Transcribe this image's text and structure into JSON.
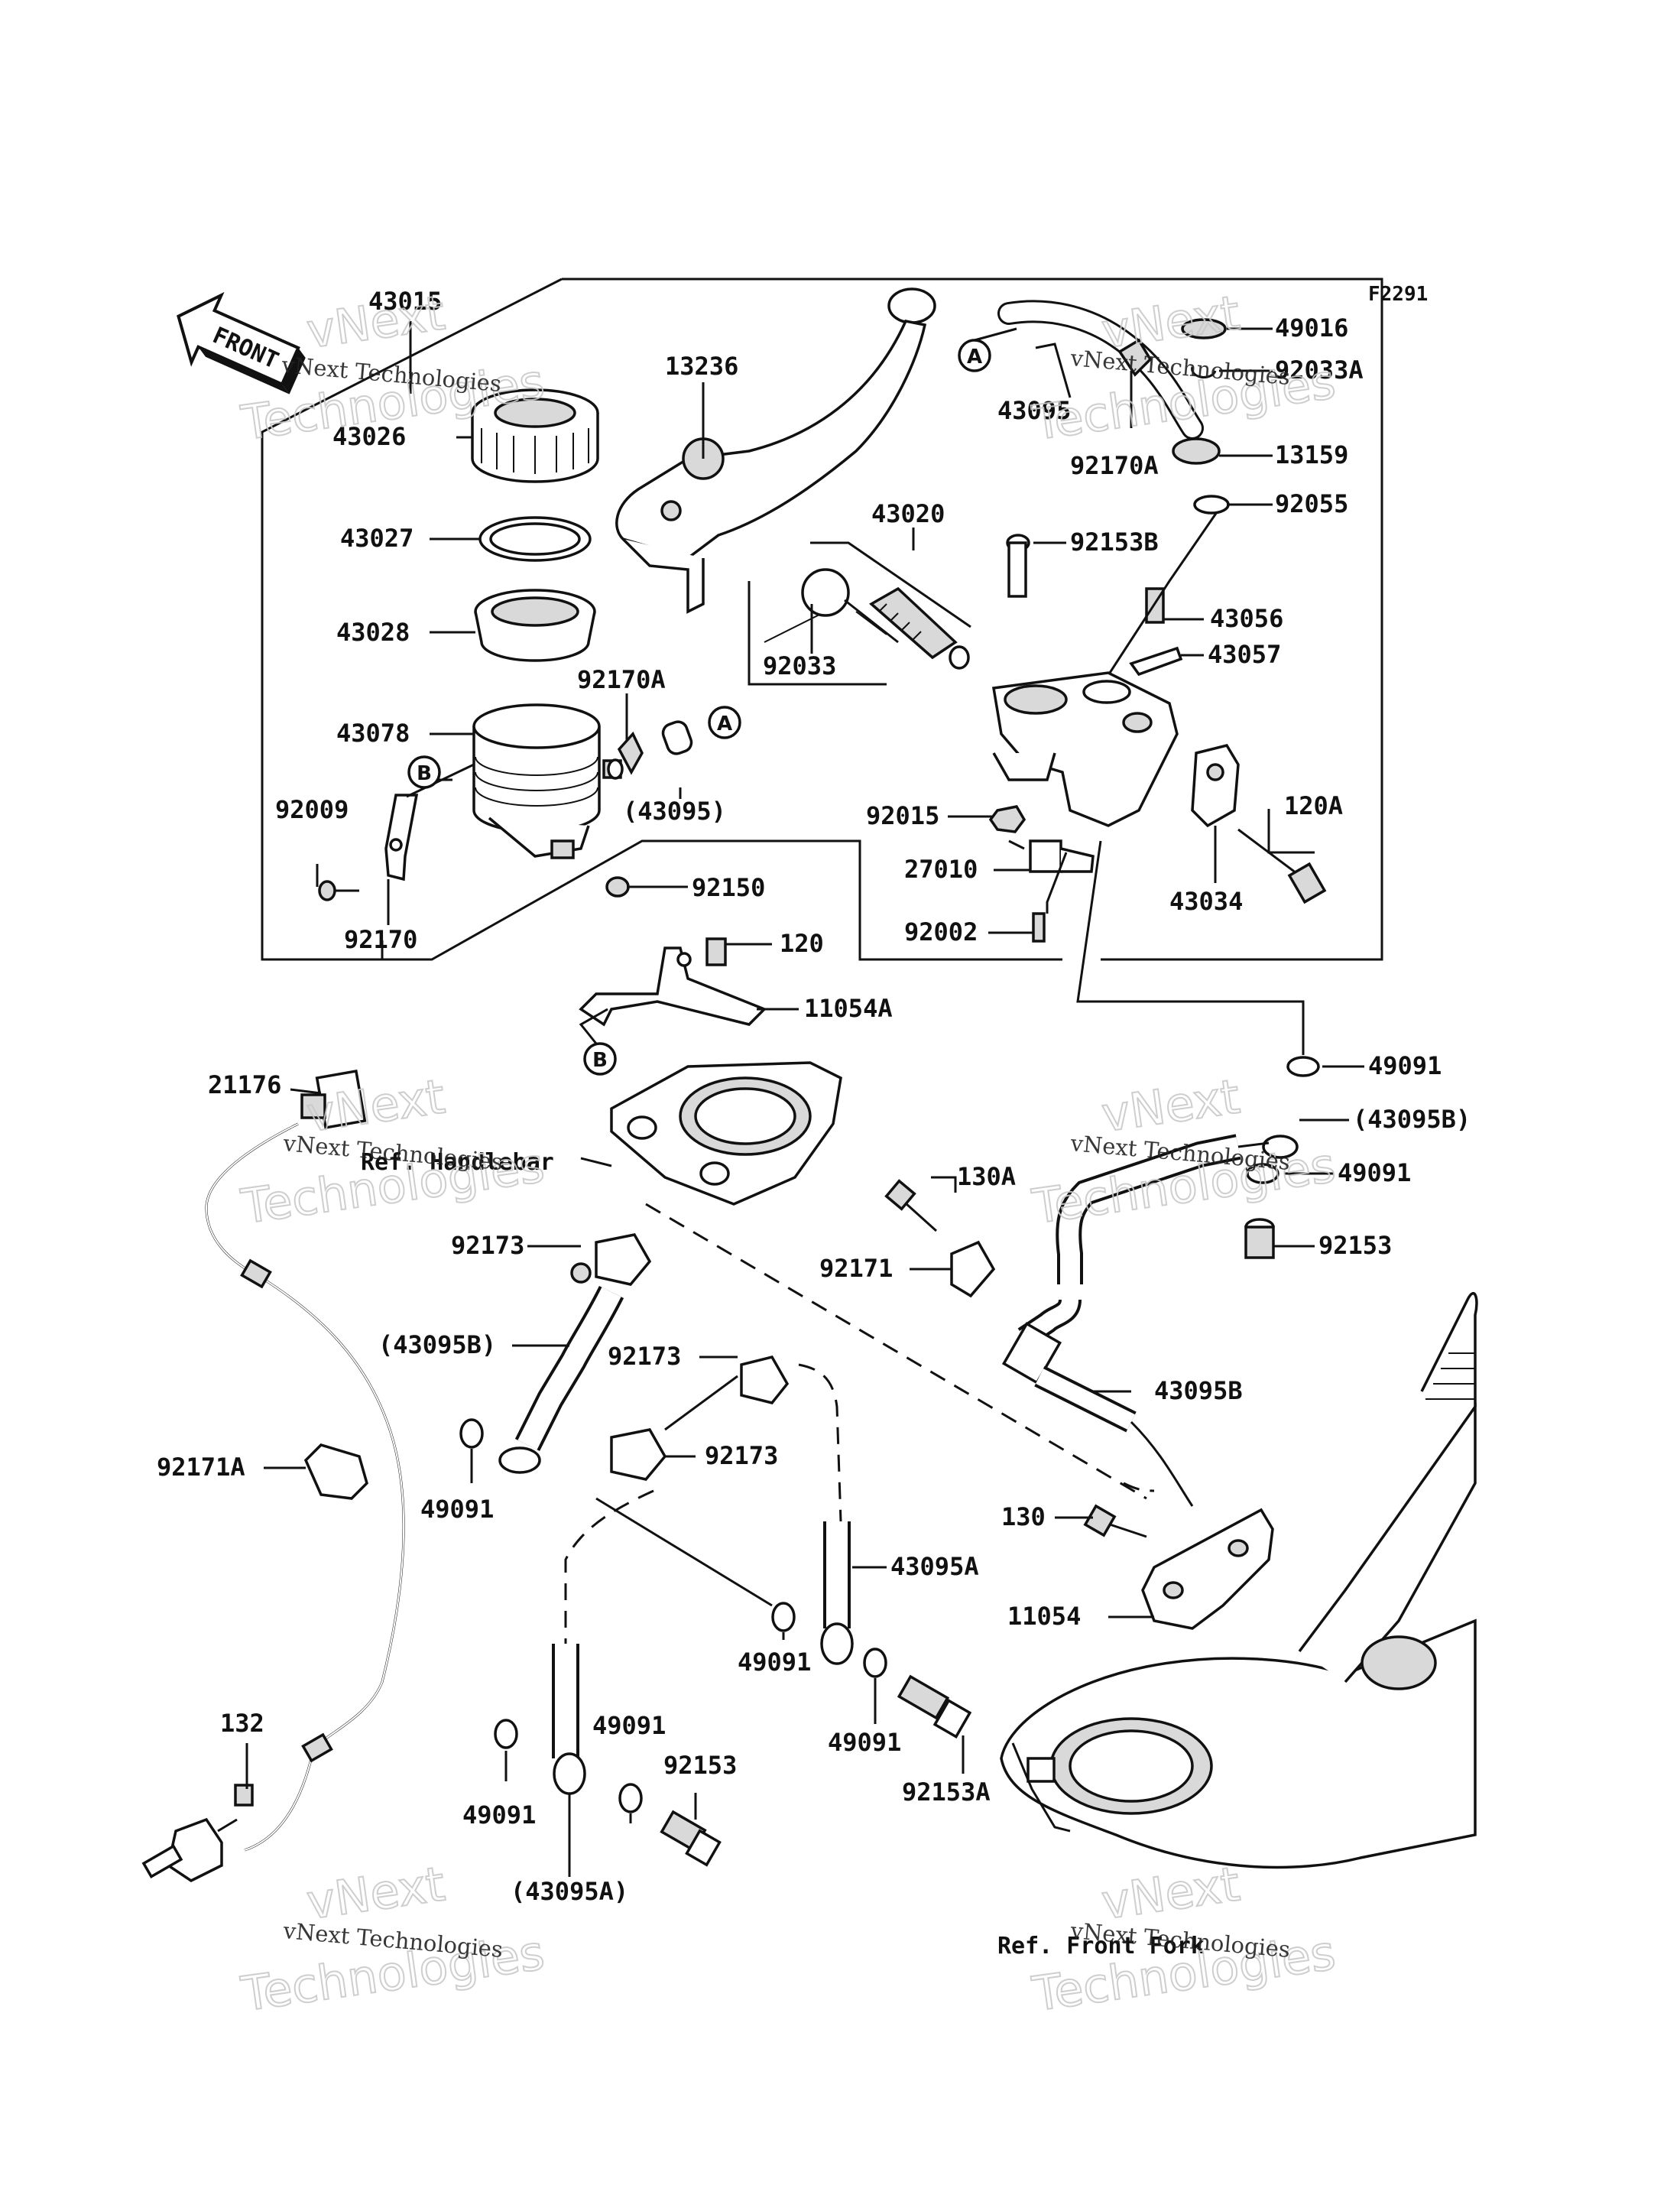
{
  "figure_code": "F2291",
  "front_label": "FRONT",
  "watermark": {
    "brand_outline": "vNext",
    "word_outline": "Technologies",
    "caption": "vNext Technologies"
  },
  "references": {
    "handlebar": "Ref. Handlebar",
    "front_fork": "Ref. Front Fork"
  },
  "callouts": {
    "a": "A",
    "b": "B"
  },
  "part_labels": {
    "p43015": "43015",
    "p13236": "13236",
    "p43026": "43026",
    "p43027": "43027",
    "p43028": "43028",
    "p43078": "43078",
    "p92170A_left": "92170A",
    "p43095_paren": "(43095)",
    "p92009": "92009",
    "p92170": "92170",
    "p92150": "92150",
    "p43020": "43020",
    "p92033": "92033",
    "p43095": "43095",
    "p92170A_right": "92170A",
    "p49016": "49016",
    "p92033A": "92033A",
    "p13159": "13159",
    "p92055": "92055",
    "p92153B": "92153B",
    "p43056": "43056",
    "p43057": "43057",
    "p92015": "92015",
    "p120A": "120A",
    "p27010": "27010",
    "p43034": "43034",
    "p92002": "92002",
    "p120": "120",
    "p11054A": "11054A",
    "p49091_top": "49091",
    "p21176": "21176",
    "p43095B_paren_right": "(43095B)",
    "p49091_right": "49091",
    "p130A": "130A",
    "p92153_right": "92153",
    "p92173_a": "92173",
    "p92171": "92171",
    "p43095B_paren_left": "(43095B)",
    "p92173_b": "92173",
    "p43095B": "43095B",
    "p92171A": "92171A",
    "p92173_c": "92173",
    "p49091_left": "49091",
    "p130": "130",
    "p43095A": "43095A",
    "p11054": "11054",
    "p49091_mid": "49091",
    "p132": "132",
    "p49091_lower_a": "49091",
    "p49091_lower_b": "49091",
    "p92153_lower": "92153",
    "p92153A": "92153A",
    "p49091_bottom": "49091",
    "p43095A_paren": "(43095A)"
  }
}
